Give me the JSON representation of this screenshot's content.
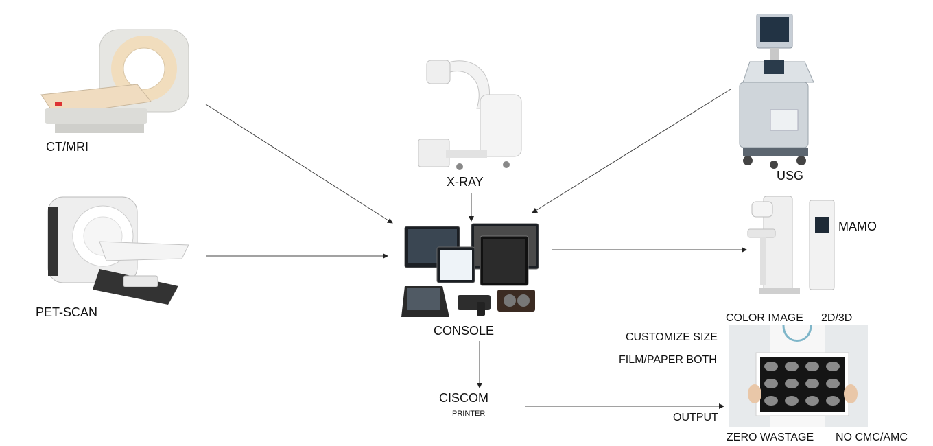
{
  "nodes": {
    "ct_mri": "CT/MRI",
    "pet_scan": "PET-SCAN",
    "xray": "X-RAY",
    "usg": "USG",
    "mamo": "MAMO",
    "console": "CONSOLE",
    "ciscom": "CISCOM",
    "printer": "PRINTER",
    "output": "OUTPUT"
  },
  "features": {
    "color_image": "COLOR IMAGE",
    "dim": "2D/3D",
    "customize_size": "CUSTOMIZE SIZE",
    "film_paper": "FILM/PAPER BOTH",
    "zero_wastage": "ZERO WASTAGE",
    "no_cmc": "NO CMC/AMC"
  },
  "icons": {
    "ct_mri": "ct-mri-scanner-icon",
    "pet_scan": "pet-scanner-icon",
    "xray": "c-arm-xray-icon",
    "usg": "ultrasound-machine-icon",
    "mamo": "mammography-machine-icon",
    "console": "console-monitors-icon",
    "output": "doctor-holding-film-icon"
  }
}
